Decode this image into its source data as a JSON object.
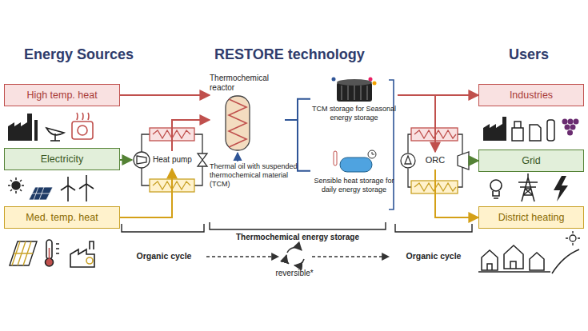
{
  "diagram": {
    "nodes": [
      {
        "text": [
          "High temp. heat"
        ]
      },
      {
        "text": [
          "Electricity"
        ]
      },
      {
        "text": [
          "Med. temp. heat"
        ]
      },
      {
        "text": [
          "Heat pump"
        ]
      },
      {
        "text": [
          "Thermochemical reactor"
        ]
      },
      {
        "text": [
          "TCM storage for Seasonal energy storage"
        ]
      },
      {
        "text": [
          "Sensible heat storage for daily energy storage"
        ]
      },
      {
        "text": [
          "ORC"
        ]
      },
      {
        "text": [
          "Industries"
        ]
      },
      {
        "text": [
          "Grid"
        ]
      },
      {
        "text": [
          "District heating"
        ]
      }
    ],
    "edges": [
      {
        "from": 0,
        "to": 4,
        "arrow": "to"
      },
      {
        "from": 1,
        "to": 3,
        "arrow": "to"
      },
      {
        "from": 2,
        "to": 3,
        "arrow": "to"
      },
      {
        "from": 3,
        "to": 4,
        "arrow": "to"
      },
      {
        "from": 4,
        "to": 5,
        "arrow": "none"
      },
      {
        "from": 4,
        "to": 6,
        "arrow": "none"
      },
      {
        "from": 5,
        "to": 8,
        "arrow": "to"
      },
      {
        "from": 5,
        "to": 7,
        "arrow": "to"
      },
      {
        "from": 7,
        "to": 9,
        "arrow": "to"
      },
      {
        "from": 7,
        "to": 10,
        "arrow": "to"
      }
    ],
    "labels": [
      "Energy Sources",
      "RESTORE technology",
      "Users",
      "Thermal oil with suspended thermochemical material (TCM)",
      "Thermochemical energy storage",
      "Organic cycle",
      "reversible*",
      "Organic cycle"
    ]
  }
}
